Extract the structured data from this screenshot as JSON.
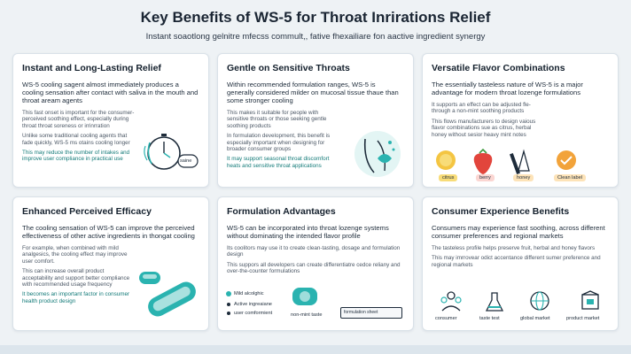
{
  "header": {
    "title": "Key Benefits of WS-5 for Throat Inrirations Relief",
    "subtitle": "Instant soaotlong gelnitre mfecss commult,, fative fhexailiare fon aactive ingredient synergy"
  },
  "cards": [
    {
      "title": "Instant and Long-Lasting Relief",
      "lead": "WS-5 cooling sagent almost immediately produces a cooling sensation after contact with saliva in the mouth and throat aream agents",
      "bullets": [
        "This fast onset is important for the consumer-perceived soothing effect, especially during throat throat soreness or irrinrration",
        "Unlike some traditional cooling agents that fade quickly, WS-5 ms otains cooling longer",
        "This may reduce the number of intakes and improve user compliance in practical use"
      ],
      "icon_label": "saine"
    },
    {
      "title": "Gentle on Sensitive Throats",
      "lead": "Within recommended formulation ranges, WS-5 is generally considered milder on mucosal tissue thaue than some stronger cooling",
      "bullets": [
        "This makes it suitable for people with sensitive throats or those seeking gentle soothing products",
        "In formulation development, this benefit is especially important when designing for broader consumer groups",
        "It may support seasonal throat discomfort heats and sensitive throat applications"
      ]
    },
    {
      "title": "Versatile Flavor Combinations",
      "lead": "The essentially tasteless nature of WS-5 is a major advantage for modern throat lozenge formulations",
      "bullets": [
        "It supports an effect can be adjusted fle-through a non-mint soothing products",
        "This flows manufacturers to design vaious flavor combinations sue as citrus, herbal honey without sesior heavy mint notes"
      ],
      "flavors": [
        "citrus",
        "berry",
        "honey",
        "Clean label"
      ]
    },
    {
      "title": "Enhanced Perceived Efficacy",
      "lead": "The cooling sensation of WS-5 can improve the perceived effectiveness of other active ingredients in thongat cooling",
      "bullets": [
        "For example, when combined with mild analgesics, the cooling effect may improve user comfort.",
        "This can increase overall product acceptability and support better compliance with recommended usage frequency",
        "It becomes an important factor in consumer health product design"
      ]
    },
    {
      "title": "Formulation Advantages",
      "lead": "WS-5 can be incorporated into throat lozenge systems without dominating the intended flavor profile",
      "bullets": [
        "Its coolitors may use it to create clean-tasting, dosage and formulation design",
        "This suppors all developers can create differentiatre cedce reliany and over-the-counter formulations"
      ],
      "checklist": [
        "Mild alcolghic",
        "Active ingreaiane",
        "user comformient"
      ],
      "tags": [
        "non-mint taste",
        "formulation sheet"
      ]
    },
    {
      "title": "Consumer Experience Benefits",
      "lead": "Consumers may experience fast soothing, across different consumer preferences and regional markets",
      "bullets": [
        "The tasteless profile helps preserve fruit, herbal and honey flavors",
        "This may imrrovear odict accentance different sumer preference and regional markets"
      ],
      "icons": [
        "consumer",
        "taste test",
        "global market",
        "product market"
      ]
    }
  ],
  "colors": {
    "teal": "#2ab3b0",
    "dark": "#1a2533",
    "orange": "#f2a33a"
  }
}
